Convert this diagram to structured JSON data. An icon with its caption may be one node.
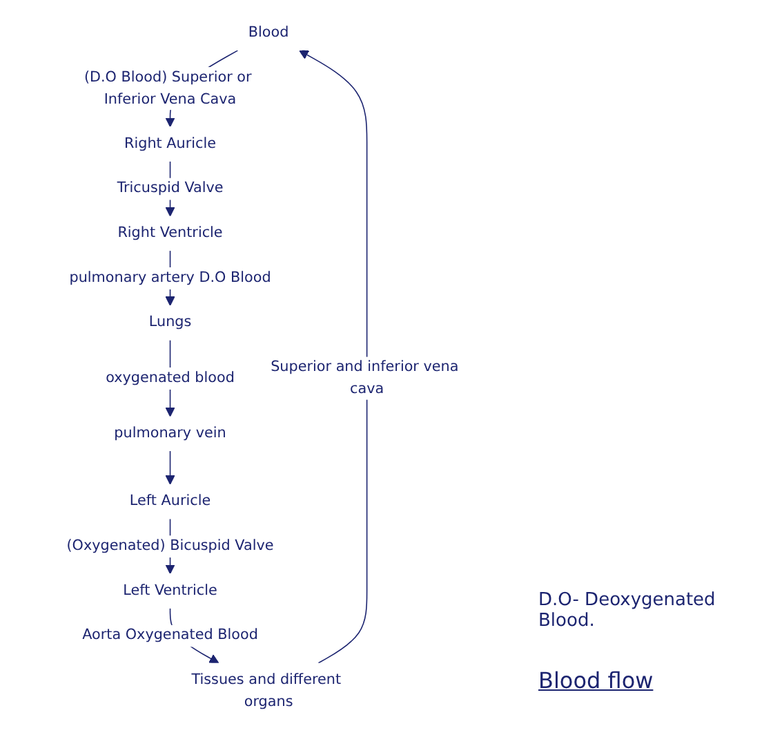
{
  "diagram": {
    "caption": "Blood flow",
    "nodes": [
      {
        "text": [
          "Blood"
        ]
      },
      {
        "text": [
          "Right Auricle"
        ]
      },
      {
        "text": [
          "Right Ventricle"
        ]
      },
      {
        "text": [
          "Lungs"
        ]
      },
      {
        "text": [
          "pulmonary vein"
        ]
      },
      {
        "text": [
          "Left Auricle"
        ]
      },
      {
        "text": [
          "Left Ventricle"
        ]
      },
      {
        "text": [
          "Tissues and different organs"
        ]
      }
    ],
    "edges": [
      {
        "from": 0,
        "to": 1,
        "arrow": "to",
        "label": "(D.O Blood) Superior or Inferior Vena Cava"
      },
      {
        "from": 1,
        "to": 2,
        "arrow": "to",
        "label": "Tricuspid Valve"
      },
      {
        "from": 2,
        "to": 3,
        "arrow": "to",
        "label": "pulmonary artery D.O Blood"
      },
      {
        "from": 3,
        "to": 4,
        "arrow": "to",
        "label": "oxygenated blood"
      },
      {
        "from": 4,
        "to": 5,
        "arrow": "to"
      },
      {
        "from": 5,
        "to": 6,
        "arrow": "to",
        "label": "(Oxygenated) Bicuspid Valve"
      },
      {
        "from": 6,
        "to": 7,
        "arrow": "to",
        "label": "Aorta Oxygenated Blood"
      },
      {
        "from": 7,
        "to": 0,
        "arrow": "to",
        "label": "Superior and inferior vena cava"
      }
    ],
    "labels": [
      "D.O- Deoxygenated Blood."
    ]
  }
}
